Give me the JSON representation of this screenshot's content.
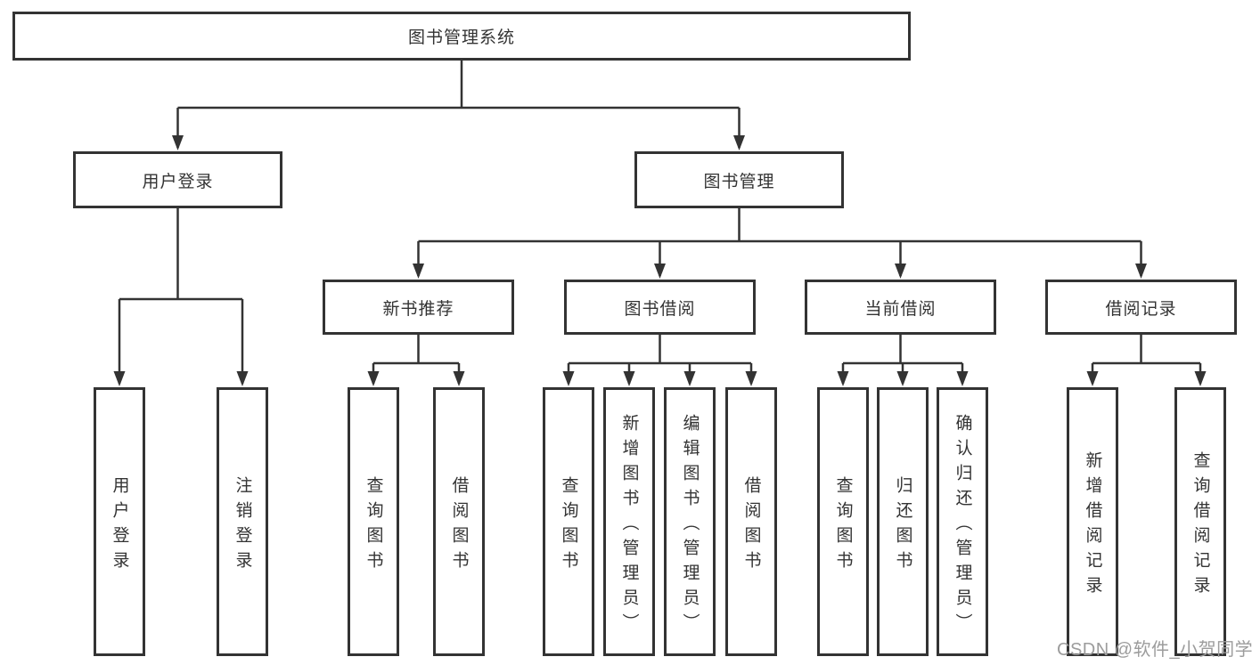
{
  "root": {
    "label": "图书管理系统"
  },
  "branches": [
    {
      "label": "用户登录",
      "children": [
        {
          "label": "用户登录"
        },
        {
          "label": "注销登录"
        }
      ]
    },
    {
      "label": "图书管理",
      "children": [
        {
          "label": "新书推荐",
          "children": [
            {
              "label": "查询图书"
            },
            {
              "label": "借阅图书"
            }
          ]
        },
        {
          "label": "图书借阅",
          "children": [
            {
              "label": "查询图书"
            },
            {
              "label": "新增图书（管理员）"
            },
            {
              "label": "编辑图书（管理员）"
            },
            {
              "label": "借阅图书"
            }
          ]
        },
        {
          "label": "当前借阅",
          "children": [
            {
              "label": "查询图书"
            },
            {
              "label": "归还图书"
            },
            {
              "label": "确认归还（管理员）"
            }
          ]
        },
        {
          "label": "借阅记录",
          "children": [
            {
              "label": "新增借阅记录"
            },
            {
              "label": "查询借阅记录"
            }
          ]
        }
      ]
    }
  ],
  "watermark": "CSDN @软件_小贺同学",
  "colors": {
    "line": "#333333",
    "text": "#333333",
    "background": "#ffffff",
    "watermark": "#9c9c9c"
  }
}
